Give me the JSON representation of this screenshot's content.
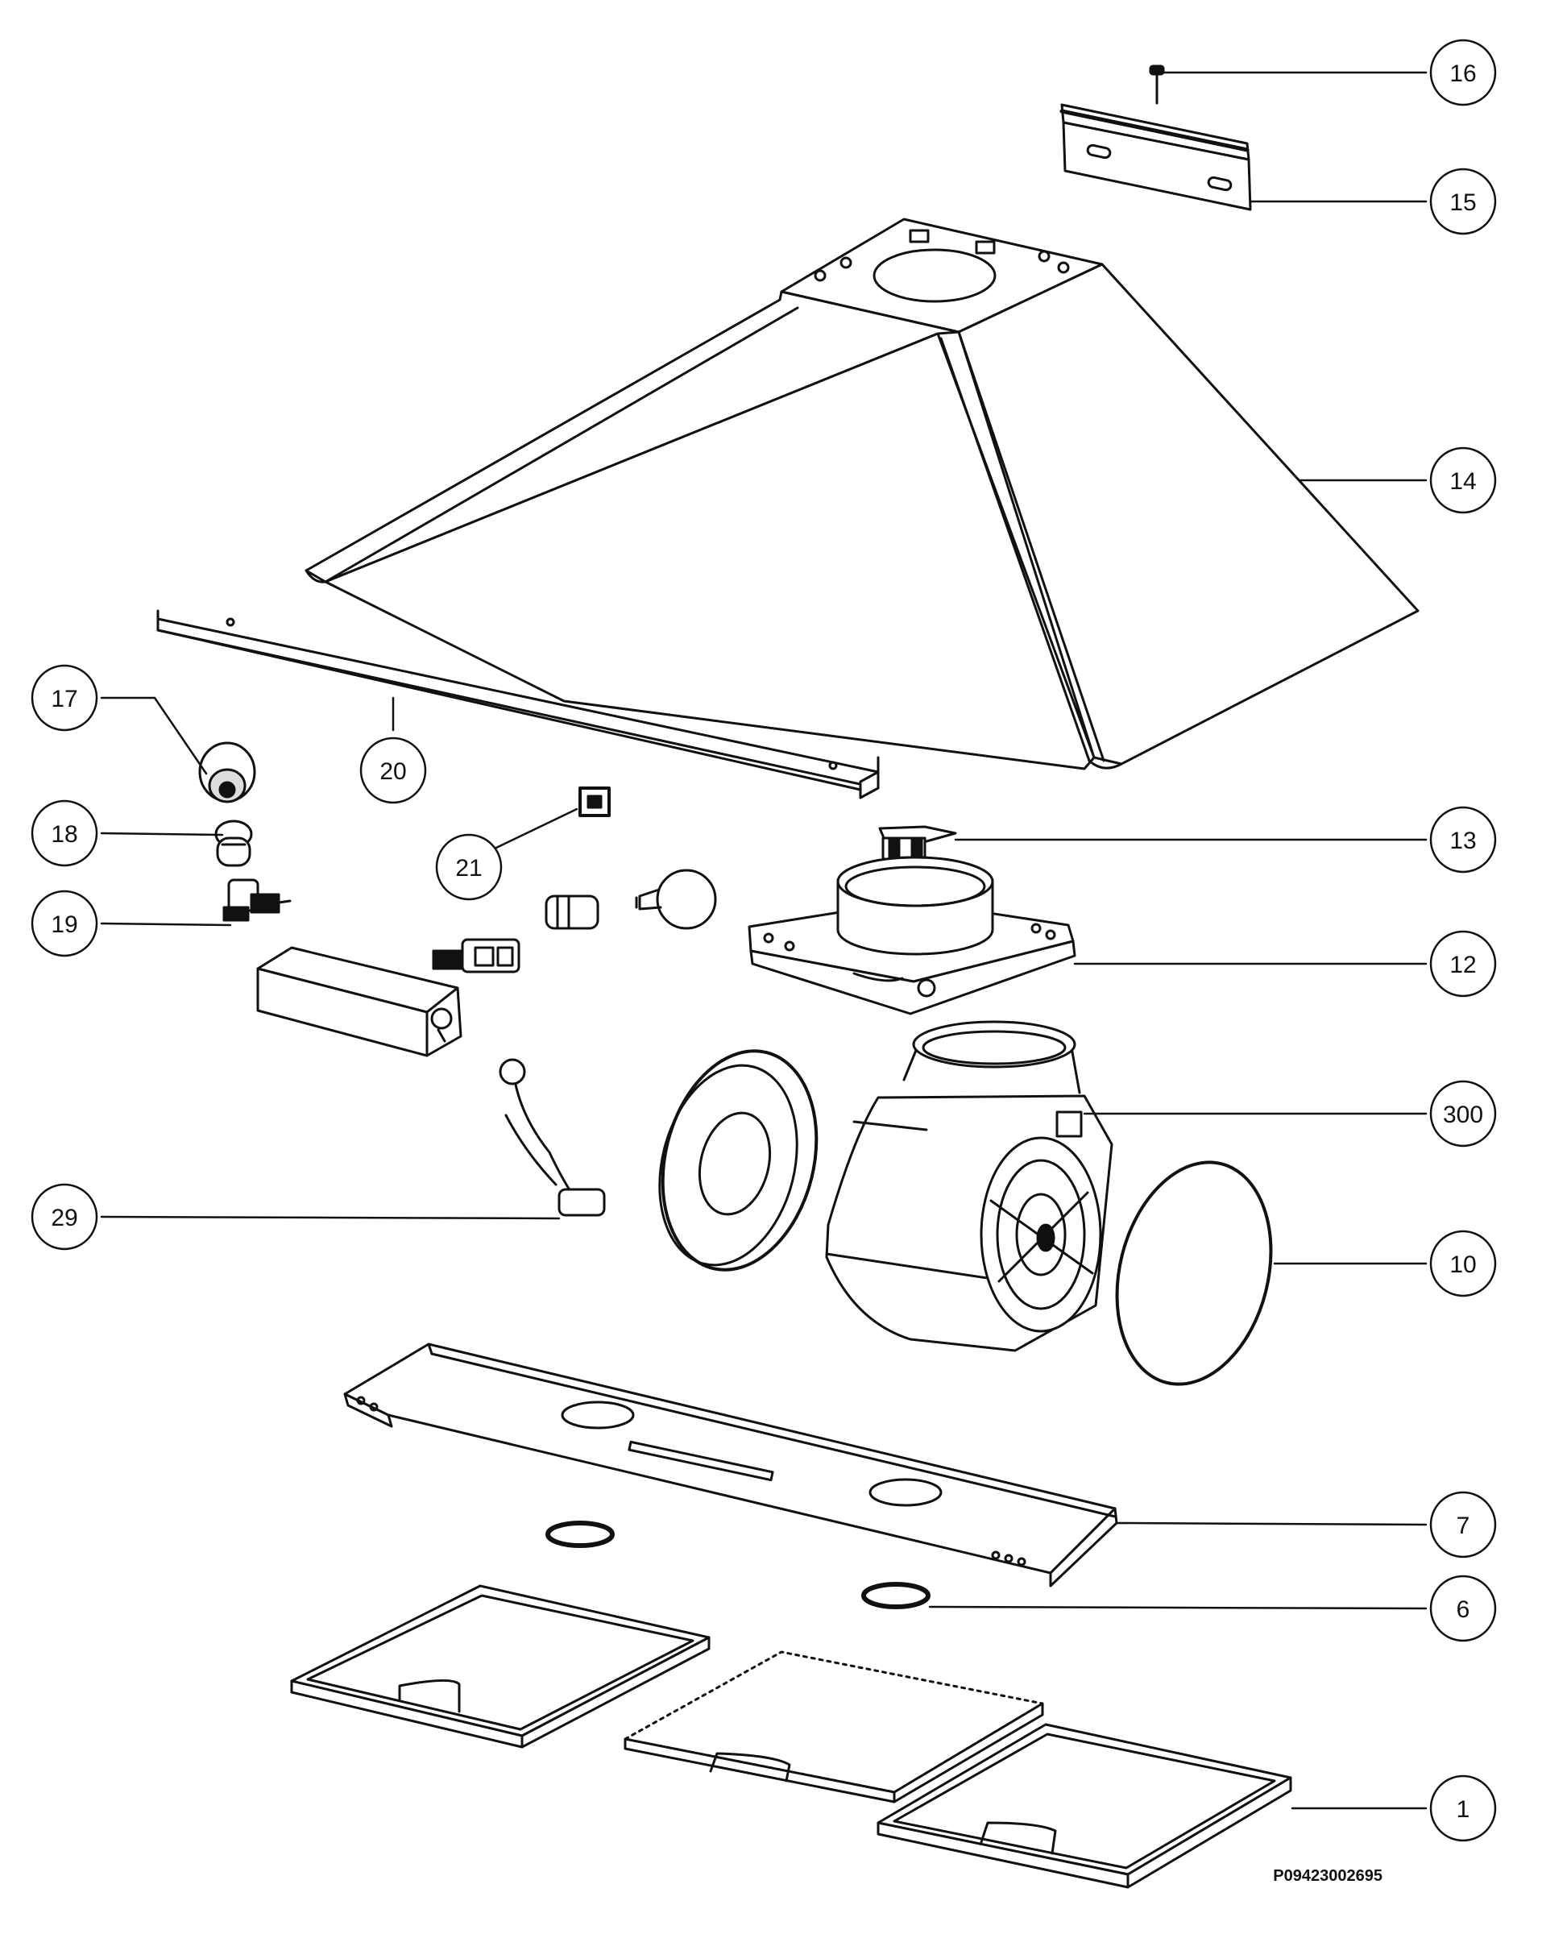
{
  "diagram": {
    "callouts": [
      {
        "id": "16",
        "label": "16"
      },
      {
        "id": "15",
        "label": "15"
      },
      {
        "id": "14",
        "label": "14"
      },
      {
        "id": "17",
        "label": "17"
      },
      {
        "id": "20",
        "label": "20"
      },
      {
        "id": "18",
        "label": "18"
      },
      {
        "id": "21",
        "label": "21"
      },
      {
        "id": "13",
        "label": "13"
      },
      {
        "id": "19",
        "label": "19"
      },
      {
        "id": "12",
        "label": "12"
      },
      {
        "id": "300",
        "label": "300"
      },
      {
        "id": "29",
        "label": "29"
      },
      {
        "id": "10",
        "label": "10"
      },
      {
        "id": "7",
        "label": "7"
      },
      {
        "id": "6",
        "label": "6"
      },
      {
        "id": "1",
        "label": "1"
      }
    ],
    "document_code": "P09423002695"
  },
  "colors": {
    "line": "#111111",
    "background": "#ffffff",
    "shade": "#e6e6e6"
  }
}
